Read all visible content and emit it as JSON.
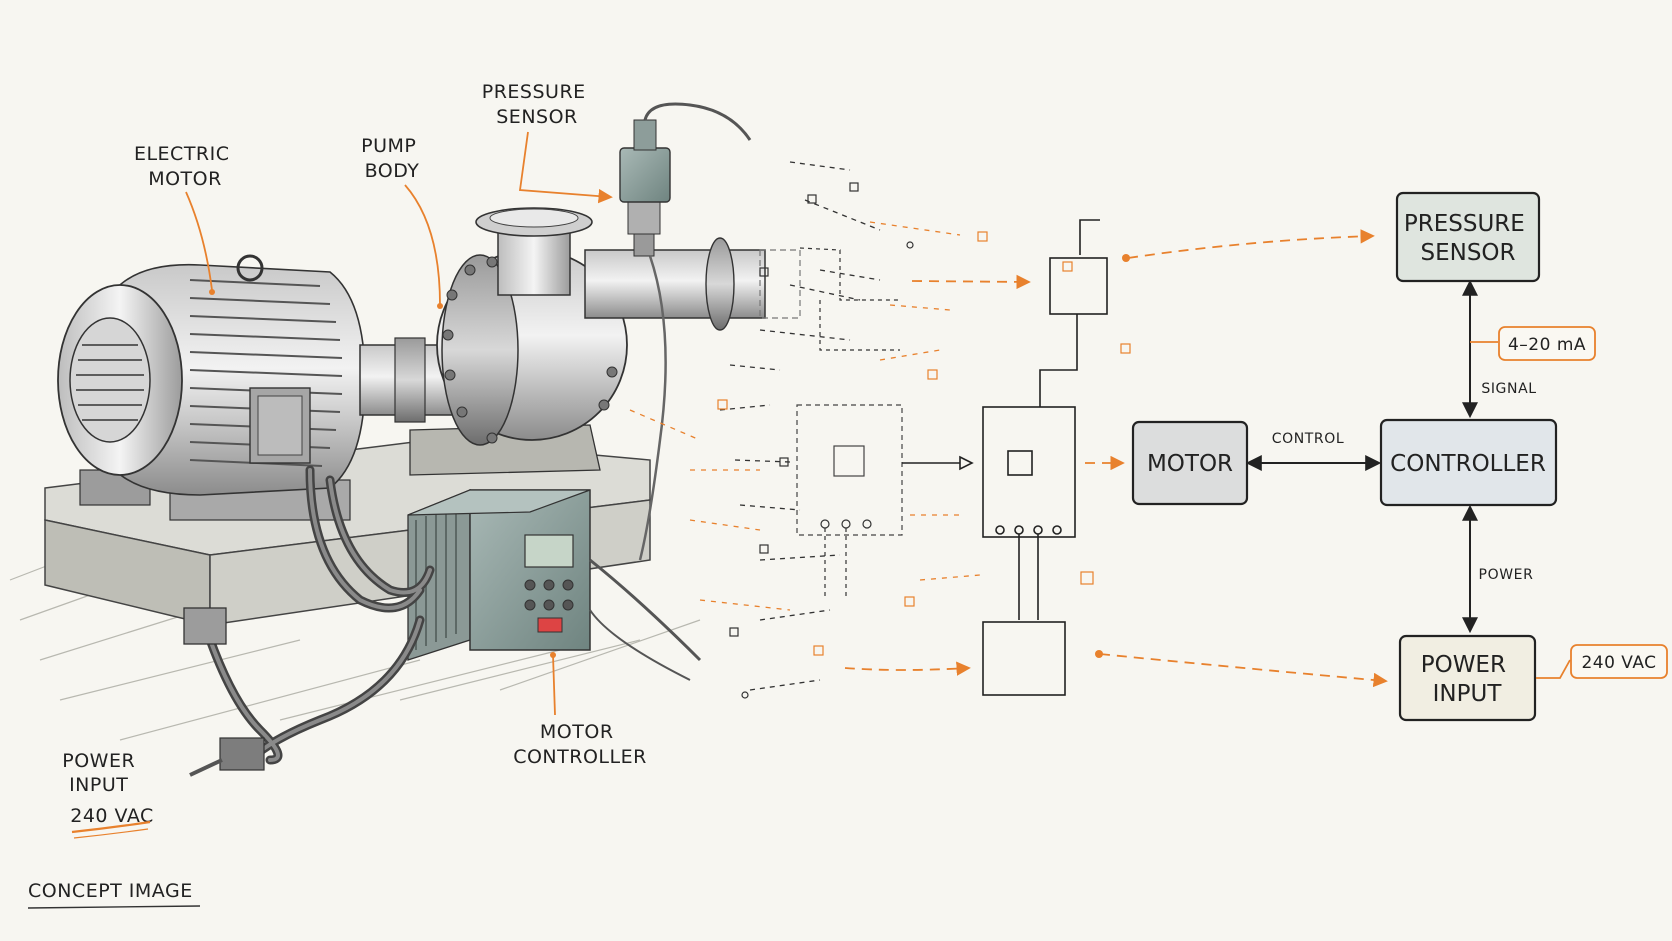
{
  "illustration_labels": {
    "electric_motor": [
      "ELECTRIC",
      "MOTOR"
    ],
    "pump_body": [
      "PUMP",
      "BODY"
    ],
    "pressure_sensor": [
      "PRESSURE",
      "SENSOR"
    ],
    "motor_controller": [
      "MOTOR",
      "CONTROLLER"
    ],
    "power_input": [
      "POWER",
      "INPUT",
      "240 VAC"
    ]
  },
  "diagram": {
    "pressure_sensor": [
      "PRESSURE",
      "SENSOR"
    ],
    "controller": "CONTROLLER",
    "motor": "MOTOR",
    "power_input": [
      "POWER",
      "INPUT"
    ],
    "edge_control": "CONTROL",
    "edge_signal": "SIGNAL",
    "edge_power": "POWER",
    "callout_signal": "4–20 mA",
    "callout_power": "240 VAC"
  },
  "footer": {
    "caption": "CONCEPT IMAGE"
  },
  "colors": {
    "accent": "#e8812d",
    "ink": "#222222",
    "sensor_fill": "#dfe5df",
    "controller_fill": "#e1e6ea",
    "motor_fill": "#dcdddd",
    "power_fill": "#f1eee2"
  }
}
